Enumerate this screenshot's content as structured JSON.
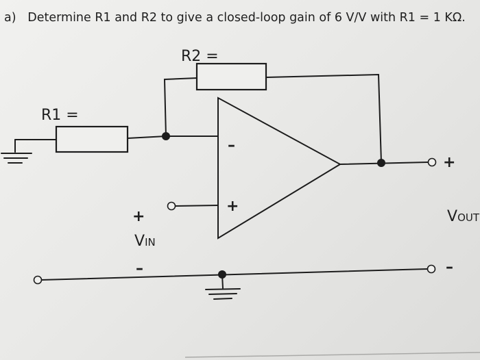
{
  "question": {
    "part": "a)",
    "text": "Determine R1 and R2 to give a closed-loop gain of 6 V/V with R1 = 1 KΩ."
  },
  "labels": {
    "r1": "R1 =",
    "r2": "R2 =",
    "opamp_minus": "–",
    "opamp_plus": "+",
    "vin_plus": "+",
    "vin_main": "V",
    "vin_sub": "IN",
    "vin_minus": "–",
    "vout_main": "V",
    "vout_sub": "OUT",
    "vout_plus": "+",
    "vout_minus": "–"
  }
}
